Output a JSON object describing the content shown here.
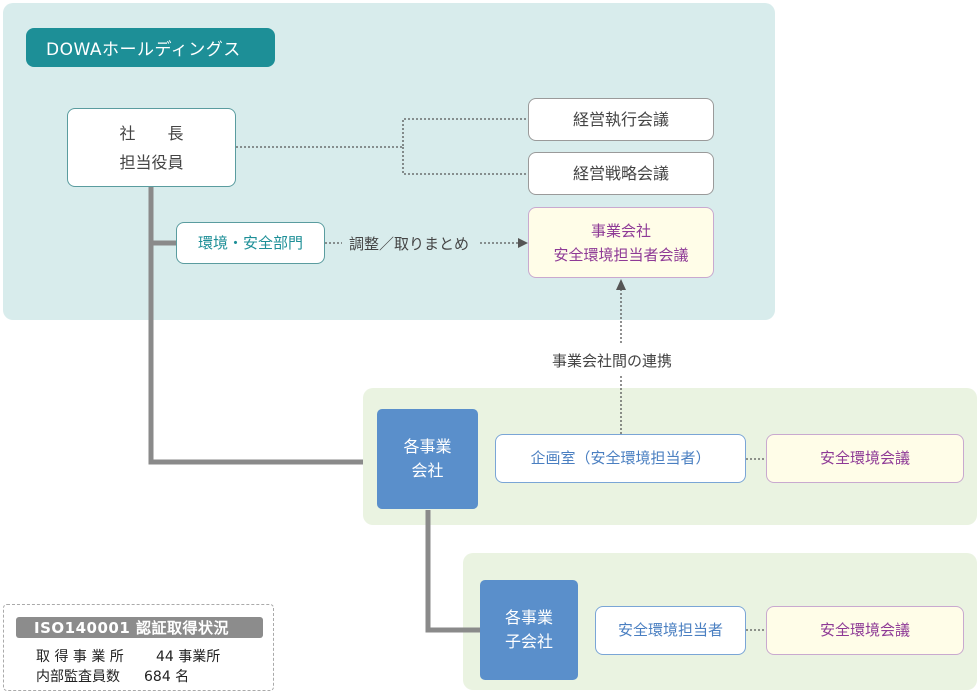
{
  "brand": "DOWAホールディングス",
  "president": {
    "line1": "社　　長",
    "line2": "担当役員"
  },
  "meetings": {
    "exec": "経営執行会議",
    "strategy": "経営戦略会議"
  },
  "env_dept": "環境・安全部門",
  "coord_label": "調整／取りまとめ",
  "company_meeting": {
    "line1": "事業会社",
    "line2": "安全環境担当者会議"
  },
  "inter_company_label": "事業会社間の連携",
  "operating_company": {
    "line1": "各事業",
    "line2": "会社"
  },
  "planning_office": "企画室（安全環境担当者）",
  "safety_meeting_1": "安全環境会議",
  "subsidiary": {
    "line1": "各事業",
    "line2": "子会社"
  },
  "safety_officer": "安全環境担当者",
  "safety_meeting_2": "安全環境会議",
  "iso": {
    "title": "ISO140001 認証取得状況",
    "row1_label": "取 得 事 業 所",
    "row1_value": "44 事業所",
    "row2_label": "内部監査員数",
    "row2_value": "684 名"
  },
  "colors": {
    "teal": "#1d8f97",
    "panel_teal": "#d8ecec",
    "panel_green": "#eaf3e1",
    "blue": "#5a8fcb",
    "purple_text": "#8e3a96"
  }
}
